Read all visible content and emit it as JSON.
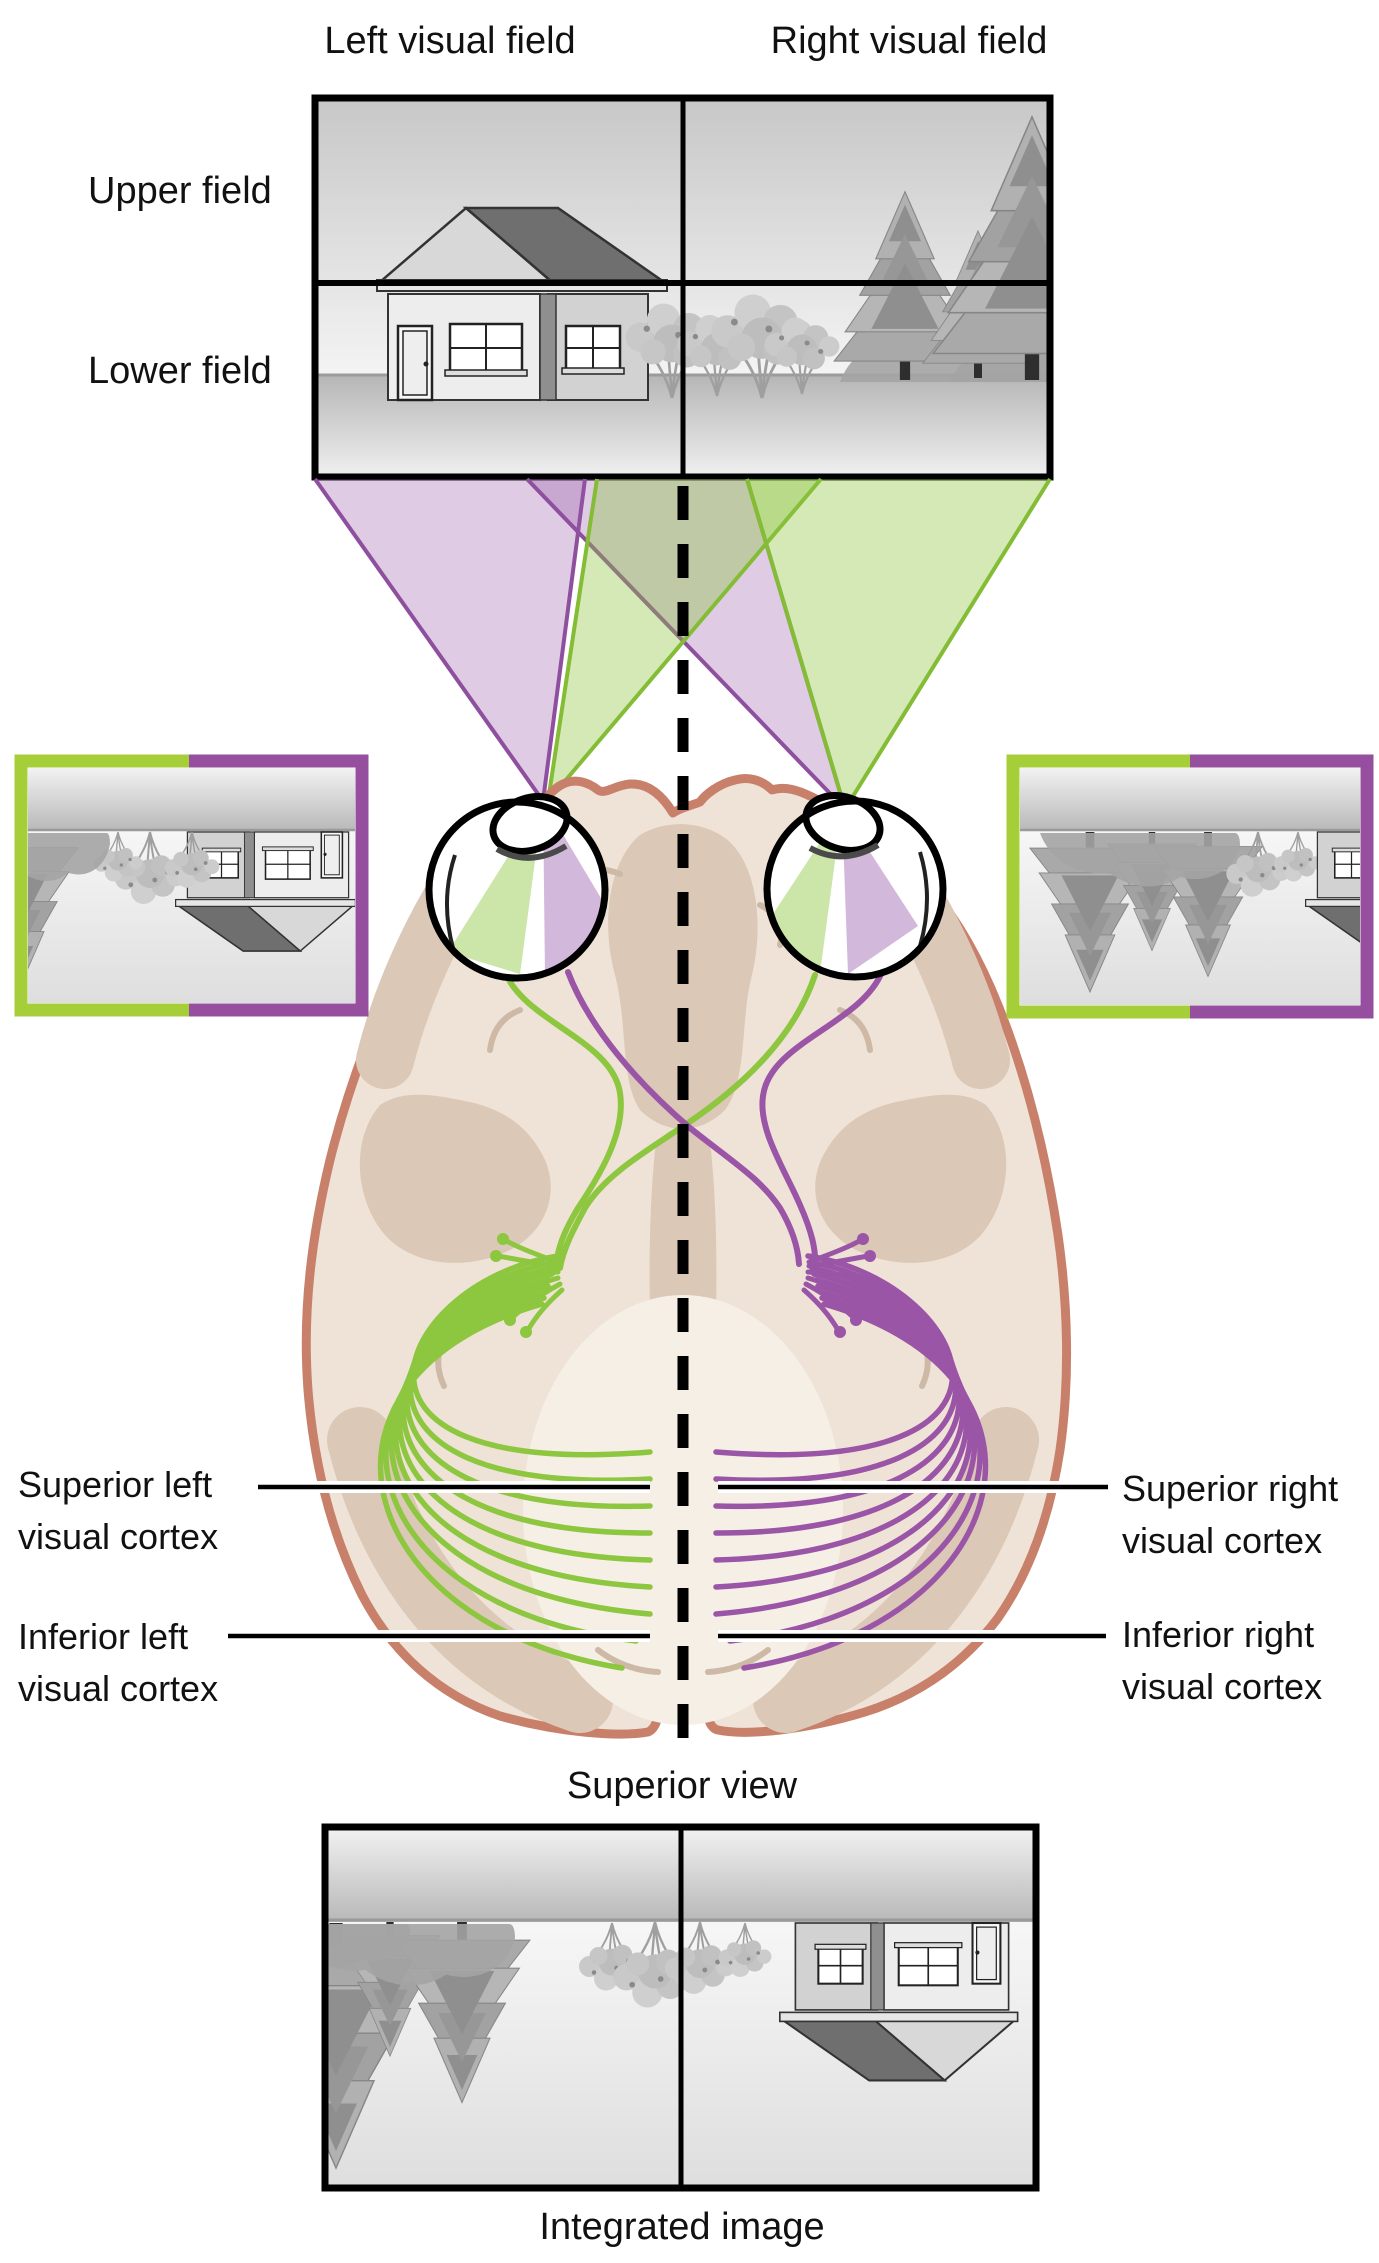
{
  "figure": {
    "visual_fields": {
      "left": "Left visual field",
      "right": "Right visual field",
      "upper": "Upper field",
      "lower": "Lower field"
    },
    "cortex": {
      "superior_left_line1": "Superior left",
      "superior_left_line2": "visual cortex",
      "inferior_left_line1": "Inferior left",
      "inferior_left_line2": "visual cortex",
      "superior_right_line1": "Superior right",
      "superior_right_line2": "visual cortex",
      "inferior_right_line1": "Inferior right",
      "inferior_right_line2": "visual cortex"
    },
    "captions": {
      "superior_view": "Superior view",
      "integrated_image": "Integrated image"
    },
    "colors": {
      "left_field_purple": "#9455a6",
      "right_field_green": "#8dc63f",
      "brain_fill": "#efe3d7",
      "brain_outline": "#c8806a",
      "text": "#111111"
    }
  }
}
